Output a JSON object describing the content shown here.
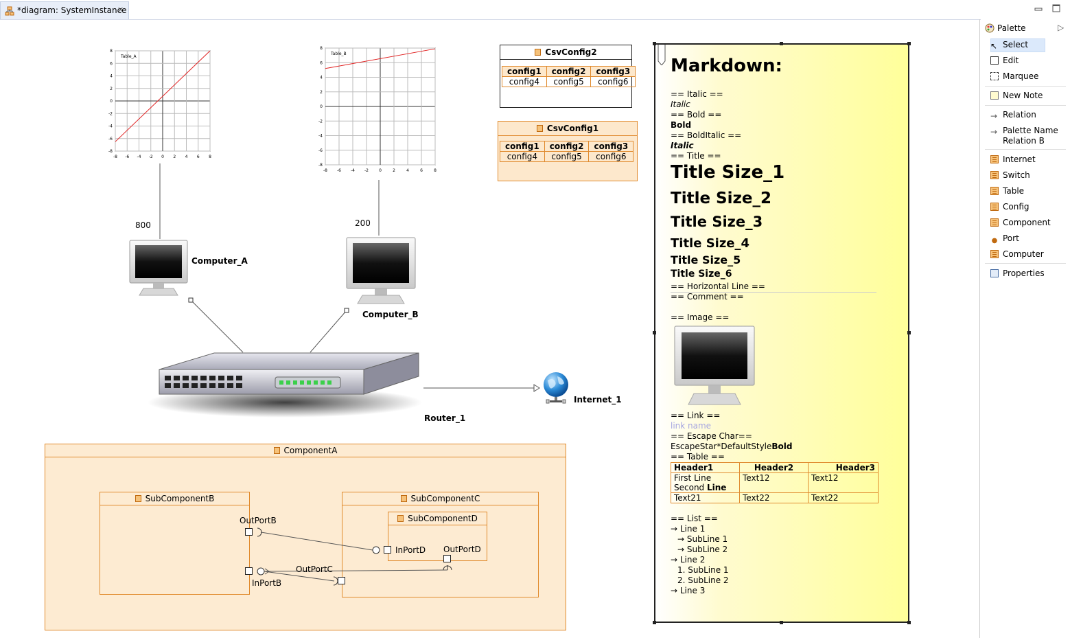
{
  "editor": {
    "tab_title": "*diagram: SystemInstance"
  },
  "plots": [
    {
      "title": "Table_A",
      "series_color": "#e02020",
      "ticks": [
        "-8",
        "-6",
        "-4",
        "-2",
        "0",
        "2",
        "4",
        "6",
        "8"
      ]
    },
    {
      "title": "Table_B",
      "series_color": "#e02020",
      "ticks": [
        "-8",
        "-6",
        "-4",
        "-2",
        "0",
        "2",
        "4",
        "6",
        "8"
      ]
    }
  ],
  "chart_data": [
    {
      "type": "line",
      "title": "Table_A",
      "xlim": [
        -8,
        8
      ],
      "ylim": [
        -8,
        8
      ],
      "grid": true,
      "series": [
        {
          "x": [
            -8,
            8
          ],
          "values": [
            -6.5,
            8
          ]
        }
      ]
    },
    {
      "type": "line",
      "title": "Table_B",
      "xlim": [
        -8,
        8
      ],
      "ylim": [
        -8,
        8
      ],
      "grid": true,
      "series": [
        {
          "x": [
            -8,
            8
          ],
          "values": [
            5.2,
            7.9
          ]
        }
      ]
    }
  ],
  "links": {
    "computer_a_bandwidth": "800",
    "computer_b_bandwidth": "200"
  },
  "nodes": {
    "computer_a": "Computer_A",
    "computer_b": "Computer_B",
    "router": "Router_1",
    "internet": "Internet_1"
  },
  "csv_config2": {
    "title": "CsvConfig2",
    "headers": [
      "config1",
      "config2",
      "config3"
    ],
    "row": [
      "config4",
      "config5",
      "config6"
    ]
  },
  "csv_config1": {
    "title": "CsvConfig1",
    "headers": [
      "config1",
      "config2",
      "config3"
    ],
    "row": [
      "config4",
      "config5",
      "config6"
    ]
  },
  "components": {
    "a": "ComponentA",
    "b": "SubComponentB",
    "c": "SubComponentC",
    "d": "SubComponentD",
    "ports": {
      "outportb": "OutPortB",
      "inportb": "InPortB",
      "inportd": "InPortD",
      "outportd": "OutPortD",
      "outportc": "OutPortC"
    }
  },
  "markdown": {
    "heading": "Markdown:",
    "italic_h": "== Italic ==",
    "italic": "Italic",
    "bold_h": "== Bold ==",
    "bold": "Bold",
    "bolditalic_h": "== BoldItalic ==",
    "bolditalic": "Italic",
    "title_h": "== Title ==",
    "titles": [
      "Title Size_1",
      "Title Size_2",
      "Title Size_3",
      "Title Size_4",
      "Title Size_5",
      "Title Size_6"
    ],
    "hline_h": "== Horizontal Line ==",
    "comment_h": "== Comment ==",
    "image_h": "== Image ==",
    "link_h": "== Link ==",
    "link": "link name",
    "escape_h": "== Escape Char==",
    "escape_text": "EscapeStar*DefaultStyle",
    "escape_bold": "Bold",
    "table_h": "== Table ==",
    "table_headers": [
      "Header1",
      "Header2",
      "Header3"
    ],
    "table_r1c1a": "First Line",
    "table_r1c1b": "Second ",
    "table_r1c1b_bold": "Line",
    "table_r1": [
      "Text12",
      "Text12"
    ],
    "table_r2": [
      "Text21",
      "Text22",
      "Text22"
    ],
    "list_h": "== List ==",
    "list": [
      "→ Line 1",
      "→ SubLine 1",
      "→ SubLine 2",
      "→ Line 2",
      "1.  SubLine 1",
      "2.  SubLine 2",
      "→ Line 3"
    ]
  },
  "palette": {
    "title": "Palette",
    "items": [
      "Select",
      "Edit",
      "Marquee",
      "New Note",
      "Relation",
      "Palette Name",
      "Relation B",
      "Internet",
      "Switch",
      "Table",
      "Config",
      "Component",
      "Port",
      "Computer",
      "Properties"
    ]
  }
}
